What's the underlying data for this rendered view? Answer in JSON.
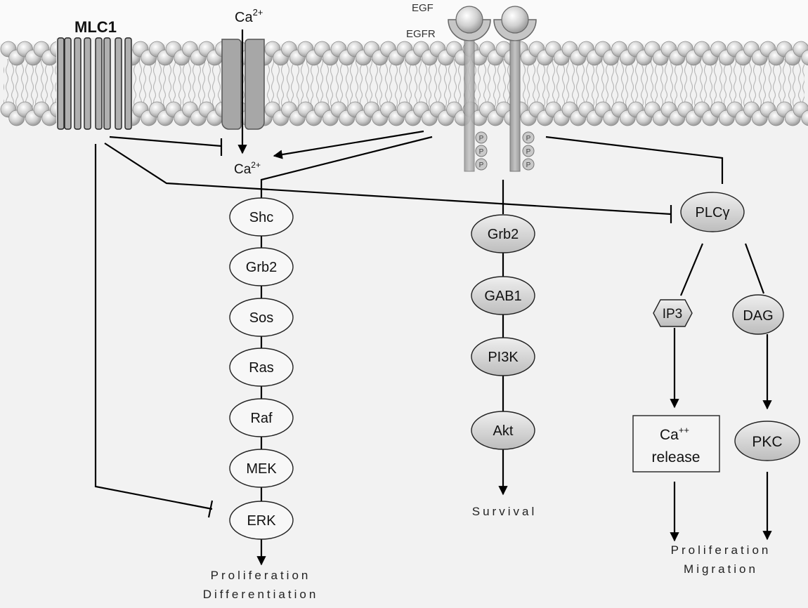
{
  "membrane": {
    "mlc1_label": "MLC1",
    "channel_ion": "Ca",
    "channel_ion_sup": "2+",
    "egf_label": "EGF",
    "egfr_label": "EGFR",
    "phospho_label": "P"
  },
  "cytosol": {
    "ca_ion": "Ca",
    "ca_ion_sup": "2+"
  },
  "pathways": {
    "mapk": {
      "nodes": [
        "Shc",
        "Grb2",
        "Sos",
        "Ras",
        "Raf",
        "MEK",
        "ERK"
      ],
      "outcome_lines": [
        "Proliferation",
        "Differentiation"
      ]
    },
    "pi3k": {
      "nodes": [
        "Grb2",
        "GAB1",
        "PI3K",
        "Akt"
      ],
      "outcome_lines": [
        "Survival"
      ]
    },
    "plc": {
      "plc_node": "PLCγ",
      "ip3_node": "IP3",
      "dag_node": "DAG",
      "ca_release_line1": "Ca",
      "ca_release_sup": "++",
      "ca_release_line2": "release",
      "pkc_node": "PKC",
      "outcome_lines": [
        "Proliferation",
        "Migration"
      ]
    }
  },
  "colors": {
    "background": "#f2f2f2",
    "membrane_bead": "#d4d4d4",
    "protein_fill": "#a8a8a8",
    "node_fill_white": "#f7f7f7",
    "node_fill_gray": "#d2d2d2",
    "line": "#000000"
  }
}
